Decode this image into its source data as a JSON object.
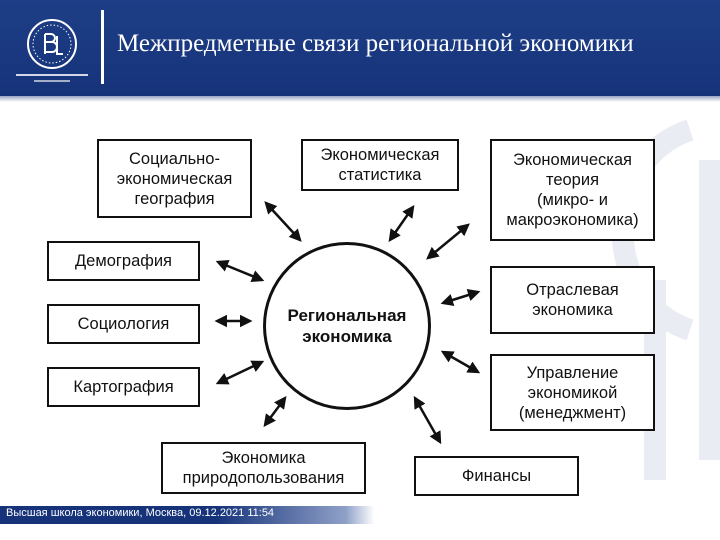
{
  "header": {
    "title": "Межпредметные связи региональной экономики",
    "logo_icon": "hse-logo-icon",
    "bg_color": "#16337a"
  },
  "diagram": {
    "center": "Региональная\nэкономика",
    "nodes": [
      {
        "id": "social-geo",
        "label": "Социально-\nэкономическая\nгеография"
      },
      {
        "id": "econ-stat",
        "label": "Экономическая\nстатистика"
      },
      {
        "id": "econ-theory",
        "label": "Экономическая\nтеория\n(микро- и\nмакроэкономика)"
      },
      {
        "id": "demography",
        "label": "Демография"
      },
      {
        "id": "sociology",
        "label": "Социология"
      },
      {
        "id": "cartography",
        "label": "Картография"
      },
      {
        "id": "branch-econ",
        "label": "Отраслевая\nэкономика"
      },
      {
        "id": "management",
        "label": "Управление\nэкономикой\n(менеджмент)"
      },
      {
        "id": "nature-econ",
        "label": "Экономика\nприродопользования"
      },
      {
        "id": "finance",
        "label": "Финансы"
      }
    ]
  },
  "footer": {
    "text": "Высшая школа экономики, Москва, 09.12.2021 11:54"
  }
}
